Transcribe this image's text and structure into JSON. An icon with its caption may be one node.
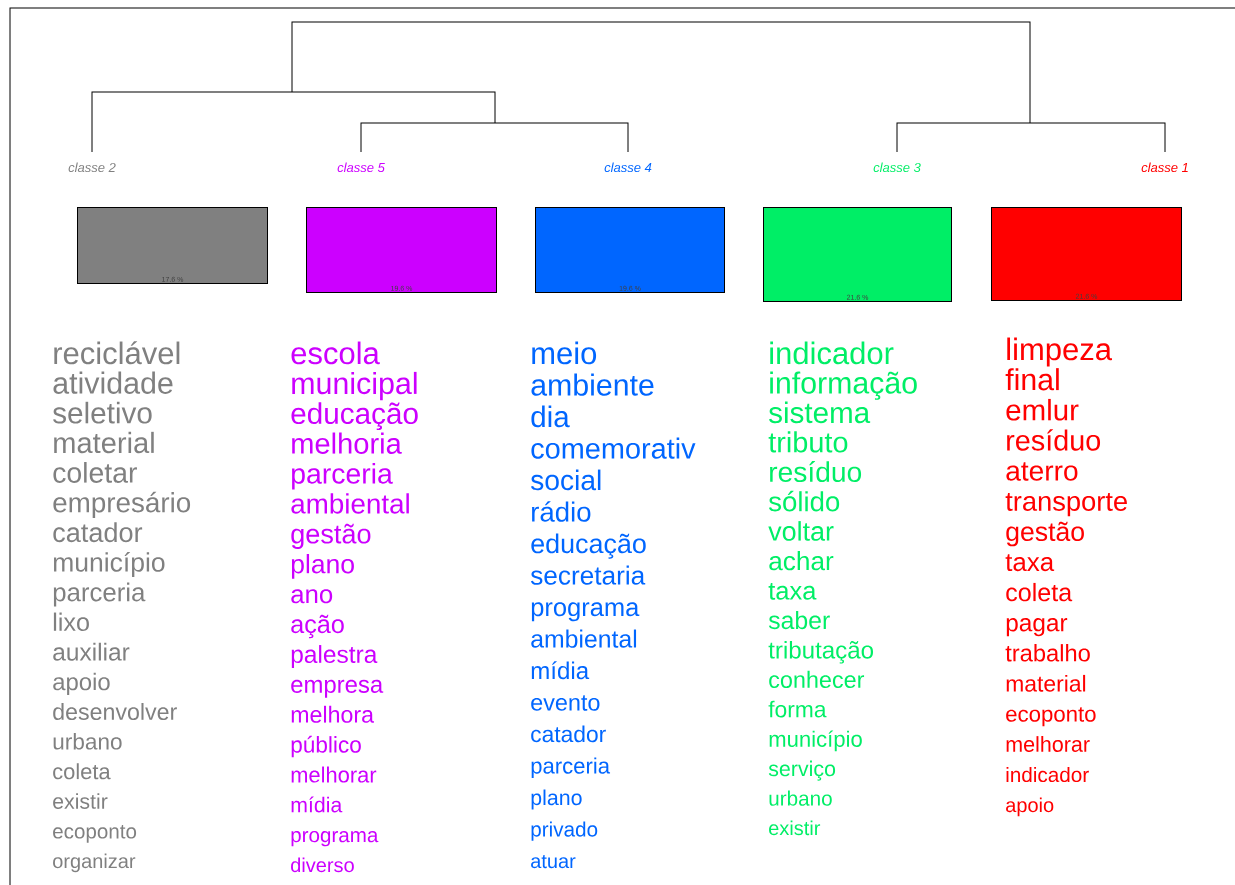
{
  "diagram": {
    "nodes": [
      {
        "text": [
          "classe  2",
          "17.6 %"
        ],
        "beside": [
          "reciclável",
          "atividade",
          "seletivo",
          "material",
          "coletar",
          "empresário",
          "catador",
          "município",
          "parceria",
          "lixo",
          "auxiliar",
          "apoio",
          "desenvolver",
          "urbano",
          "coleta",
          "existir",
          "ecoponto",
          "organizar"
        ]
      },
      {
        "text": [
          "classe  5",
          "19.6 %"
        ],
        "beside": [
          "escola",
          "municipal",
          "educação",
          "melhoria",
          "parceria",
          "ambiental",
          "gestão",
          "plano",
          "ano",
          "ação",
          "palestra",
          "empresa",
          "melhora",
          "público",
          "melhorar",
          "mídia",
          "programa",
          "diverso"
        ]
      },
      {
        "text": [
          "classe  4",
          "19.6 %"
        ],
        "beside": [
          "meio",
          "ambiente",
          "dia",
          "comemorativ",
          "social",
          "rádio",
          "educação",
          "secretaria",
          "programa",
          "ambiental",
          "mídia",
          "evento",
          "catador",
          "parceria",
          "plano",
          "privado",
          "atuar"
        ]
      },
      {
        "text": [
          "classe  3",
          "21.6 %"
        ],
        "beside": [
          "indicador",
          "informação",
          "sistema",
          "tributo",
          "resíduo",
          "sólido",
          "voltar",
          "achar",
          "taxa",
          "saber",
          "tributação",
          "conhecer",
          "forma",
          "município",
          "serviço",
          "urbano",
          "existir"
        ]
      },
      {
        "text": [
          "classe  1",
          "21.6 %"
        ],
        "beside": [
          "limpeza",
          "final",
          "emlur",
          "resíduo",
          "aterro",
          "transporte",
          "gestão",
          "taxa",
          "coleta",
          "pagar",
          "trabalho",
          "material",
          "ecoponto",
          "melhorar",
          "indicador",
          "apoio"
        ]
      }
    ]
  }
}
